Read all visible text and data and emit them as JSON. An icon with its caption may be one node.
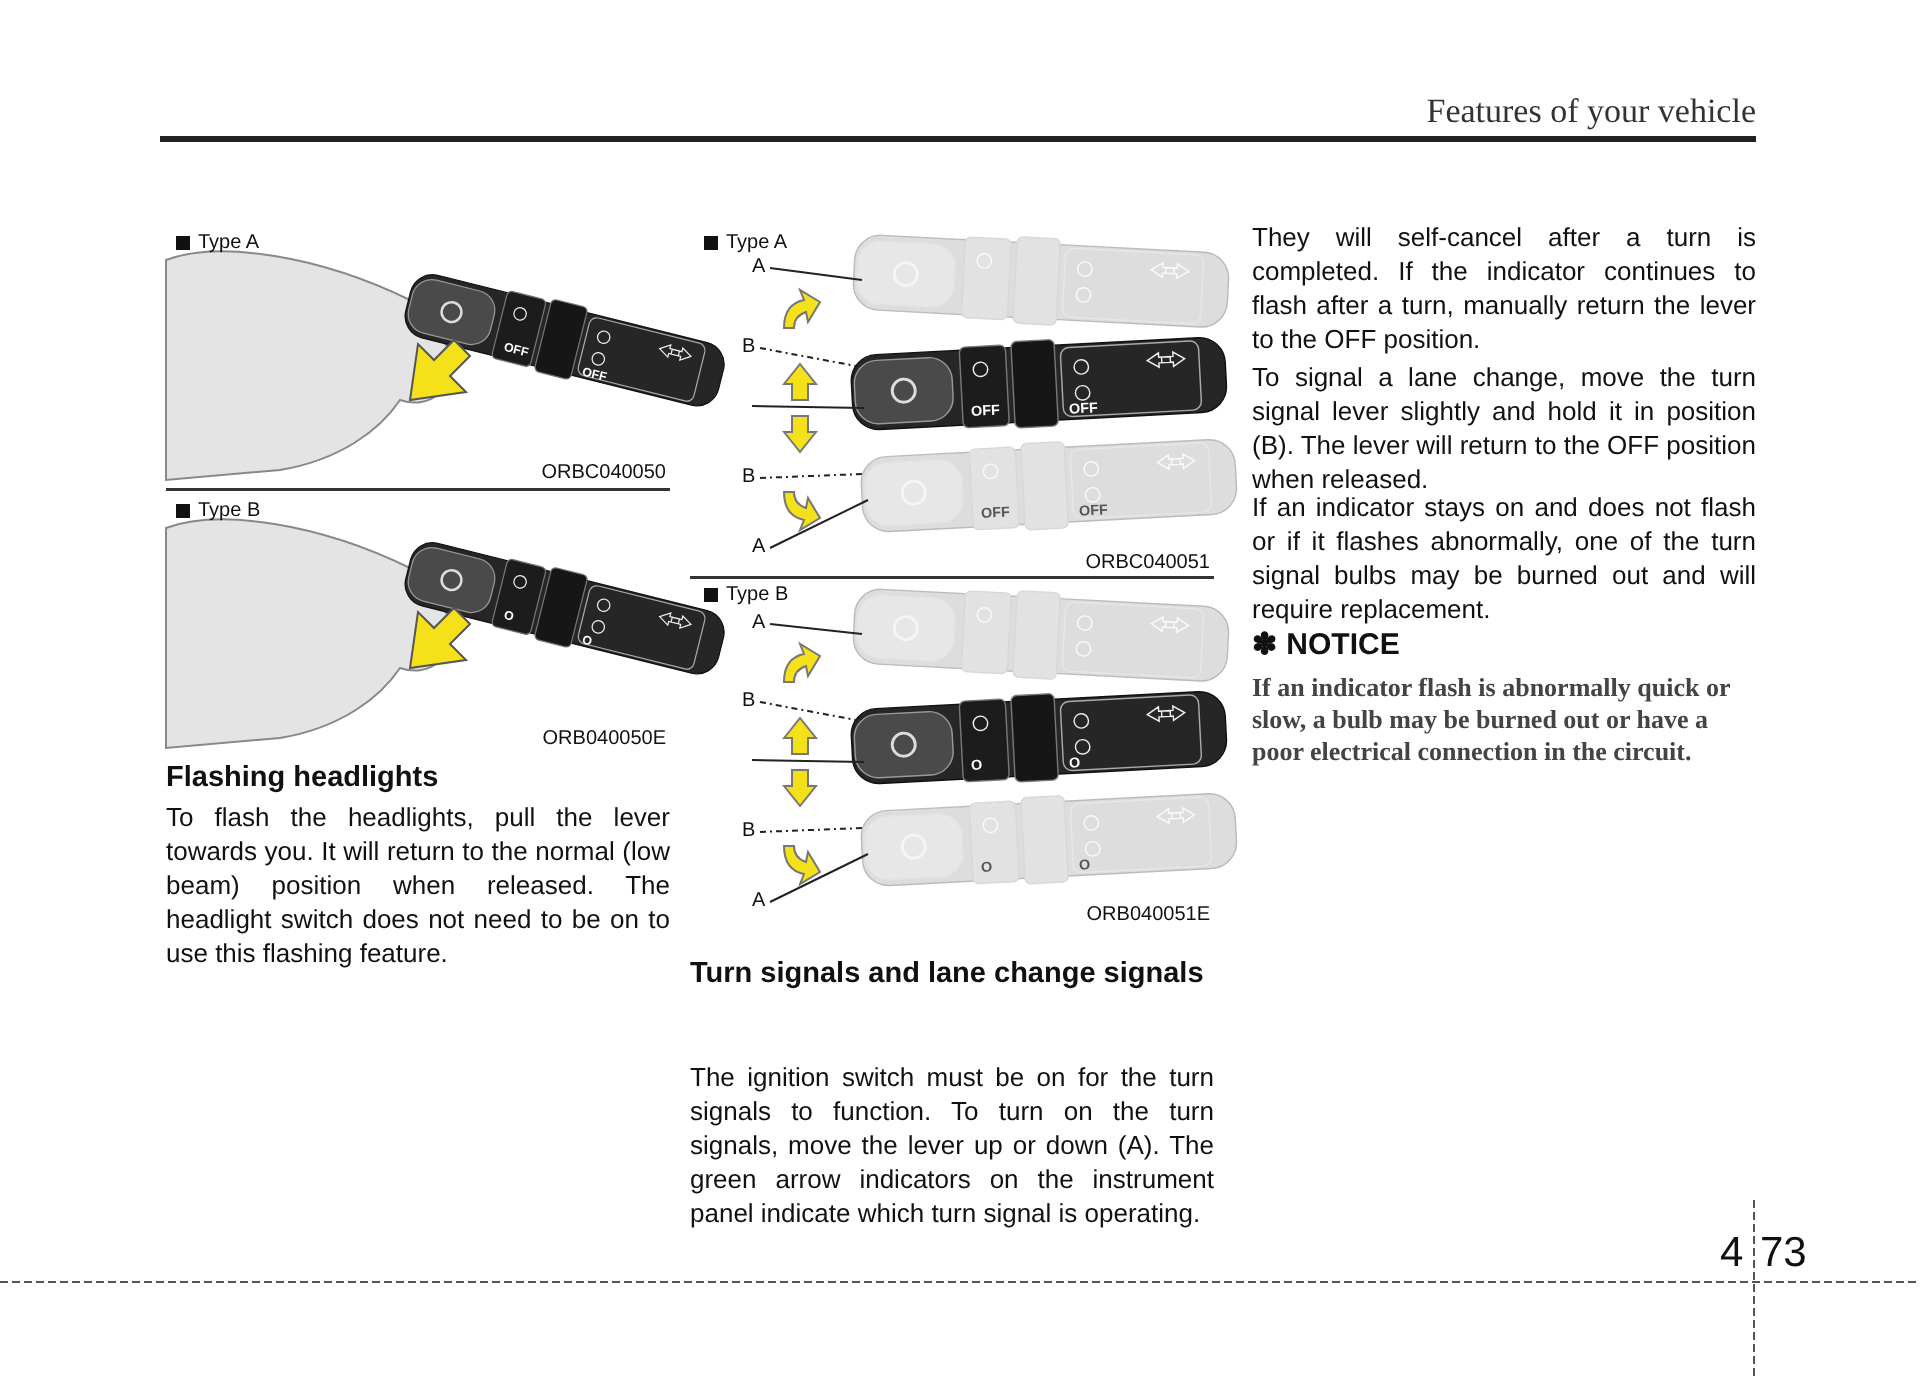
{
  "diagram": {
    "nodes": [
      {
        "text": [
          "A"
        ]
      },
      {
        "text": [
          "B"
        ]
      },
      {
        "text": [
          "B"
        ]
      },
      {
        "text": [
          "A"
        ]
      },
      {
        "text": [
          "A"
        ]
      },
      {
        "text": [
          "B"
        ]
      },
      {
        "text": [
          "B"
        ]
      },
      {
        "text": [
          "A"
        ]
      },
      {
        "text": [],
        "shape": "picture"
      },
      {
        "text": [],
        "shape": "picture"
      },
      {
        "text": [],
        "shape": "picture"
      },
      {
        "text": [],
        "shape": "picture"
      },
      {
        "text": [],
        "shape": "picture"
      },
      {
        "text": [],
        "shape": "picture"
      }
    ],
    "edges": [
      {
        "from": 0,
        "to": 8,
        "arrow": "none"
      },
      {
        "from": 1,
        "to": 9,
        "arrow": "none",
        "style": "dashed"
      },
      {
        "from": 2,
        "to": 10,
        "arrow": "none",
        "style": "dashed"
      },
      {
        "from": 3,
        "to": 10,
        "arrow": "none"
      },
      {
        "from": 4,
        "to": 11,
        "arrow": "none"
      },
      {
        "from": 5,
        "to": 12,
        "arrow": "none",
        "style": "dashed"
      },
      {
        "from": 6,
        "to": 13,
        "arrow": "none",
        "style": "dashed"
      },
      {
        "from": 7,
        "to": 13,
        "arrow": "none"
      },
      {
        "from": null,
        "to": 9,
        "arrow": "none"
      },
      {
        "from": null,
        "to": 12,
        "arrow": "none"
      }
    ],
    "labels": [
      "Features of your vehicle",
      "Type A",
      "OFF",
      "OFF",
      "ORBC040050",
      "Type B",
      "O",
      "O",
      "ORB040050E",
      "Flashing headlights",
      "To flash the headlights, pull the lever towards you. It will return to the normal (low beam) position when released. The headlight switch does not need to be on to use this flashing feature.",
      "Type A",
      "OFF",
      "OFF",
      "OFF",
      "OFF",
      "ORBC040051",
      "Type B",
      "O",
      "O",
      "O",
      "O",
      "ORB040051E",
      "Turn signals and lane change signals",
      "The ignition switch must be on for the turn signals to function. To turn on the turn signals, move the lever up or down (A). The green arrow indicators on the instrument panel indicate which turn signal is operating.",
      "They will self-cancel after a turn is completed. If the indicator continues to flash after a turn, manually return the lever to the OFF position.",
      "To signal a lane change, move the turn signal lever slightly and hold it in position (B). The lever will return to the OFF position when released.",
      "If an indicator stays on and does not flash or if it flashes abnormally, one of the turn signal bulbs may be burned out and will require replacement.",
      "✽ NOTICE",
      "If an indicator flash is abnormally quick or slow, a bulb may be burned out or have a poor electrical connection in the circuit.",
      "4",
      "73"
    ]
  }
}
